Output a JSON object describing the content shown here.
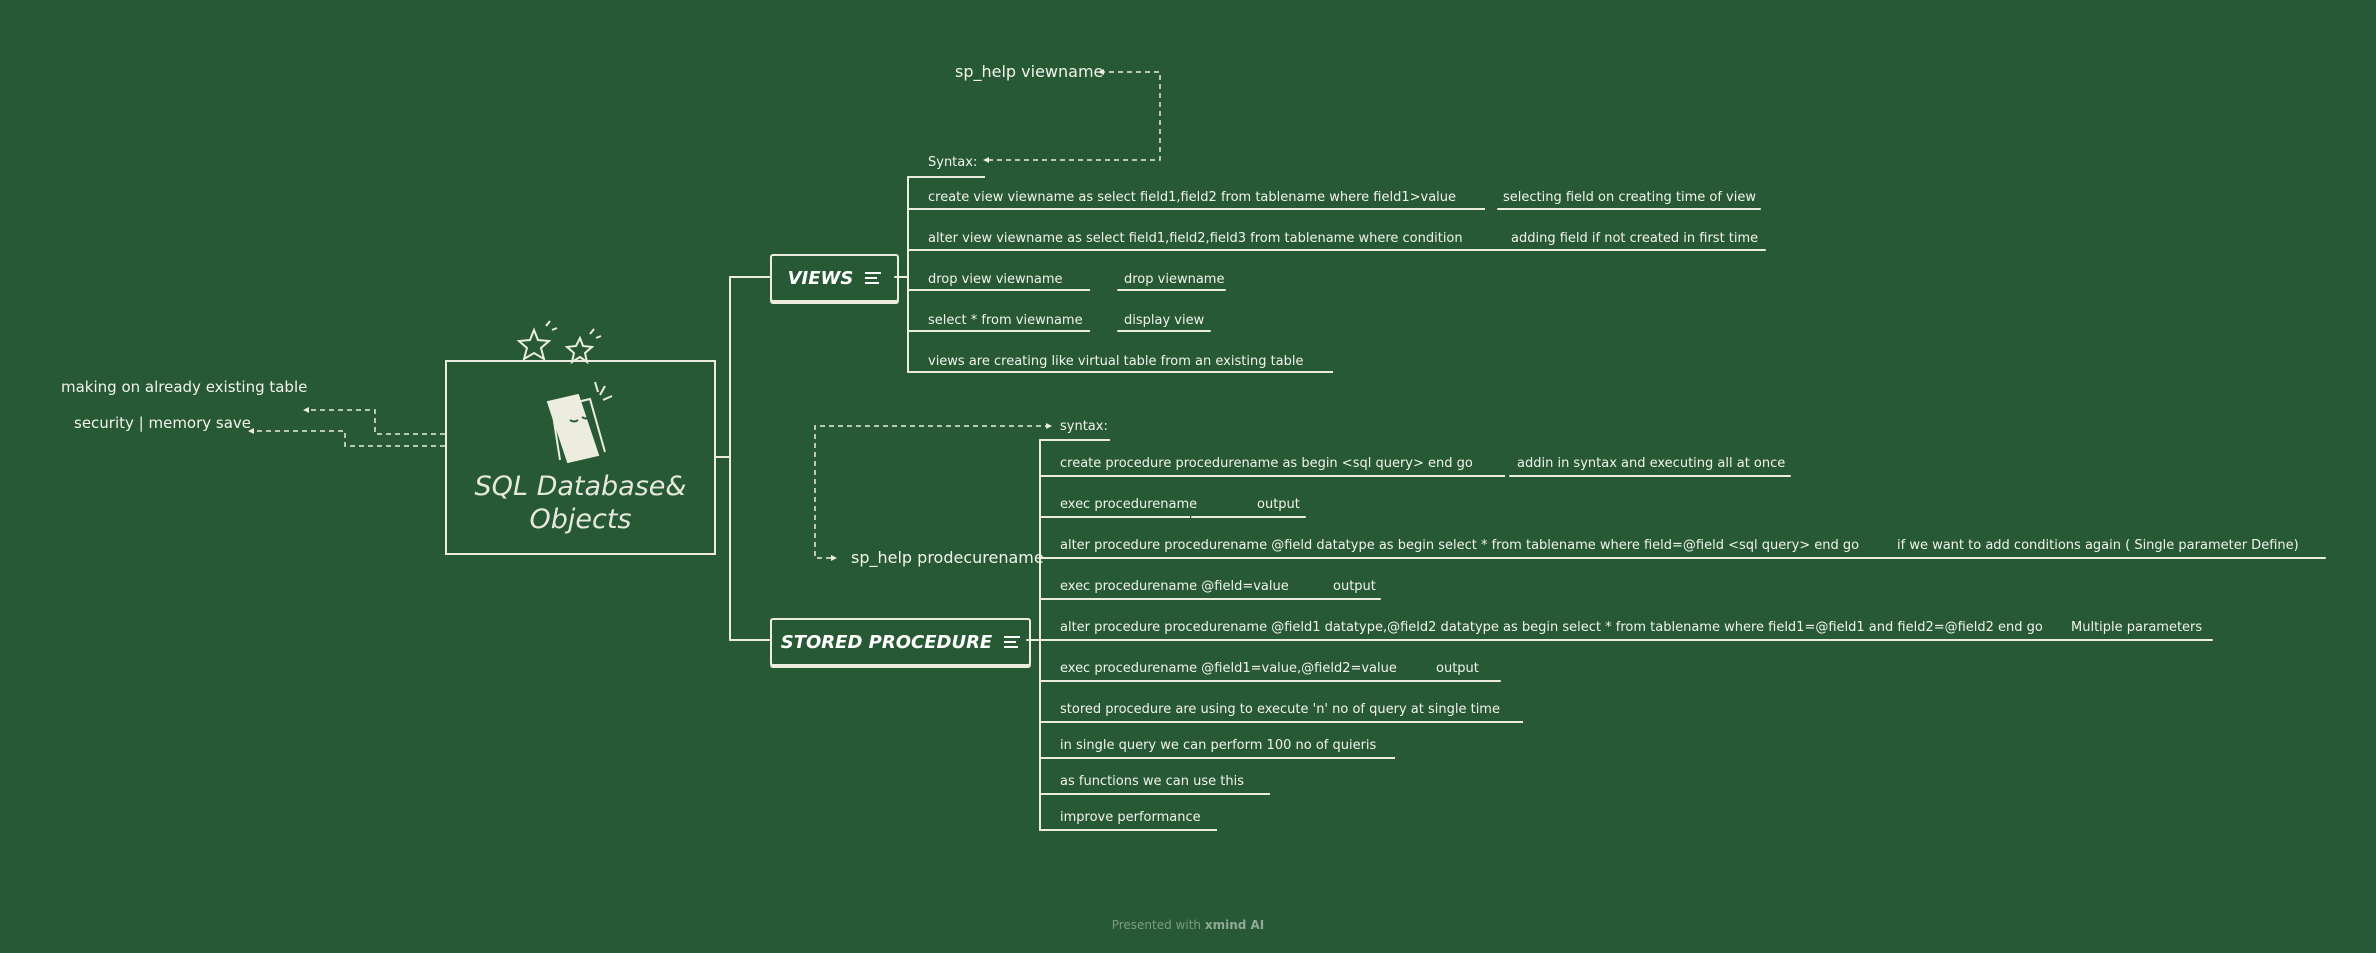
{
  "central": {
    "title": "SQL Database& Objects"
  },
  "floating": {
    "existing_table": "making on already existing table",
    "security": "security | memory save"
  },
  "views": {
    "label": "VIEWS",
    "sp_help": "sp_help viewname",
    "syntax": "Syntax:",
    "items": [
      {
        "text": "create view viewname as select field1,field2 from tablename where field1>value",
        "note": "selecting field on creating time of view"
      },
      {
        "text": "alter view viewname as select field1,field2,field3 from tablename where condition",
        "note": "adding field if not created in first time"
      },
      {
        "text": "drop view viewname",
        "note": "drop viewname"
      },
      {
        "text": "select * from viewname",
        "note": "display view"
      },
      {
        "text": "views are creating like virtual table from an existing table"
      }
    ]
  },
  "stored_procedure": {
    "label": "STORED PROCEDURE",
    "sp_help": "sp_help prodecurename",
    "syntax": "syntax:",
    "items": [
      {
        "text": "create procedure procedurename as begin <sql query> end go",
        "note": "addin in syntax and executing all at once"
      },
      {
        "text": "exec procedurename",
        "note": "output"
      },
      {
        "text": "alter procedure procedurename @field datatype as begin select * from tablename where field=@field <sql query> end go",
        "note": "if we want to add conditions again ( Single parameter Define)"
      },
      {
        "text": "exec procedurename @field=value",
        "note": "output"
      },
      {
        "text": "alter procedure procedurename @field1 datatype,@field2 datatype as begin select * from tablename where field1=@field1 and field2=@field2 end go",
        "note": "Multiple parameters"
      },
      {
        "text": "exec procedurename @field1=value,@field2=value",
        "note": "output"
      },
      {
        "text": "stored procedure are using to execute 'n' no of query at single time"
      },
      {
        "text": "in single query we can perform 100 no of quieris"
      },
      {
        "text": "as functions we can use this"
      },
      {
        "text": "improve performance"
      }
    ]
  },
  "footer": {
    "prefix": "Presented with",
    "brand": "xmind AI"
  },
  "colors": {
    "background": "#265934",
    "line": "#ececdf",
    "text": "#f3f3ec"
  }
}
